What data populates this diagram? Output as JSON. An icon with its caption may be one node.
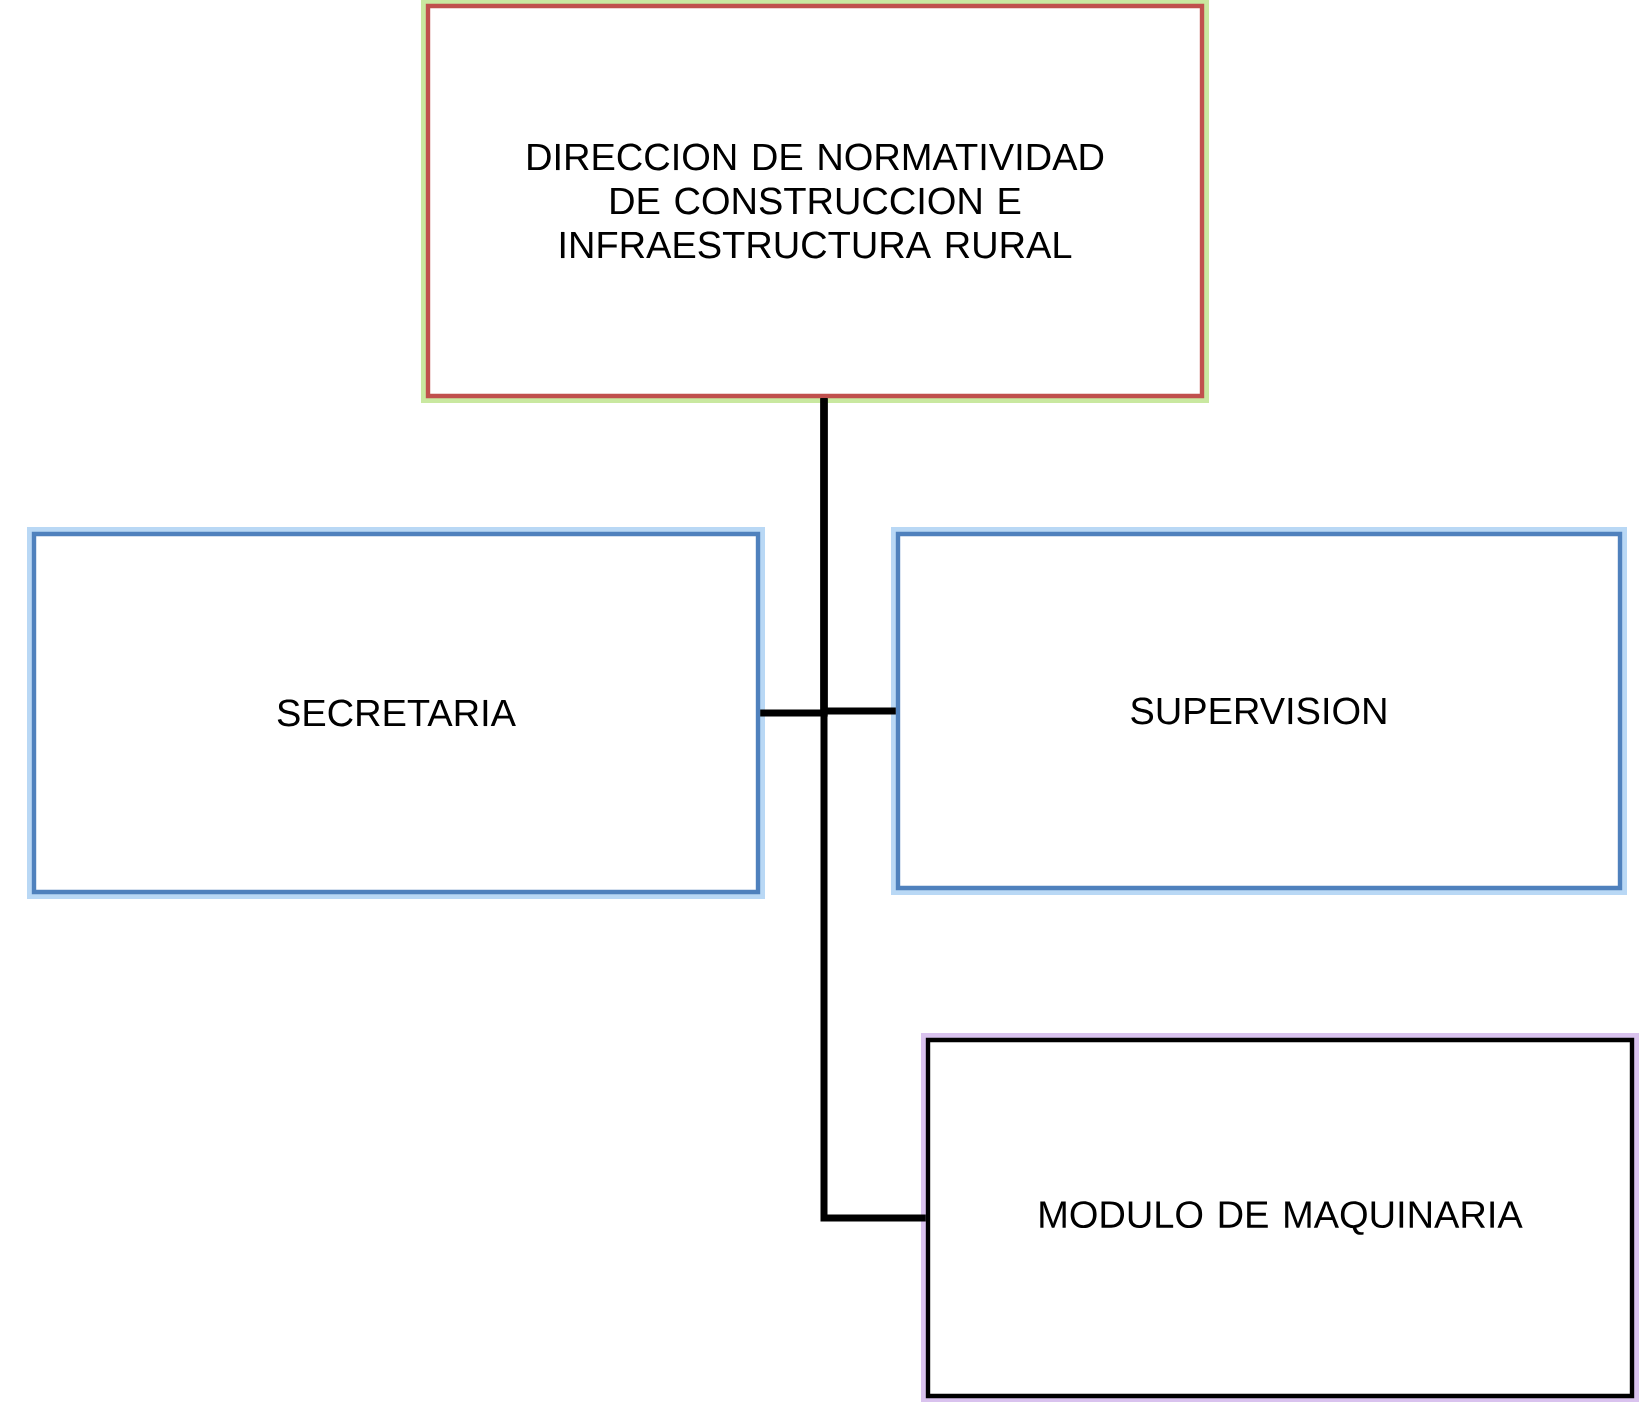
{
  "diagram": {
    "nodes": [
      {
        "text": [
          "DIRECCION DE NORMATIVIDAD DE CONSTRUCCION E INFRAESTRUCTURA RURAL"
        ]
      },
      {
        "text": [
          "SECRETARIA"
        ]
      },
      {
        "text": [
          "SUPERVISION"
        ]
      },
      {
        "text": [
          "MODULO DE MAQUINARIA"
        ]
      }
    ],
    "edges": [
      {
        "from": 0,
        "to": 1,
        "arrow": "none"
      },
      {
        "from": 0,
        "to": 2,
        "arrow": "none"
      },
      {
        "from": 0,
        "to": 3,
        "arrow": "none"
      }
    ]
  }
}
